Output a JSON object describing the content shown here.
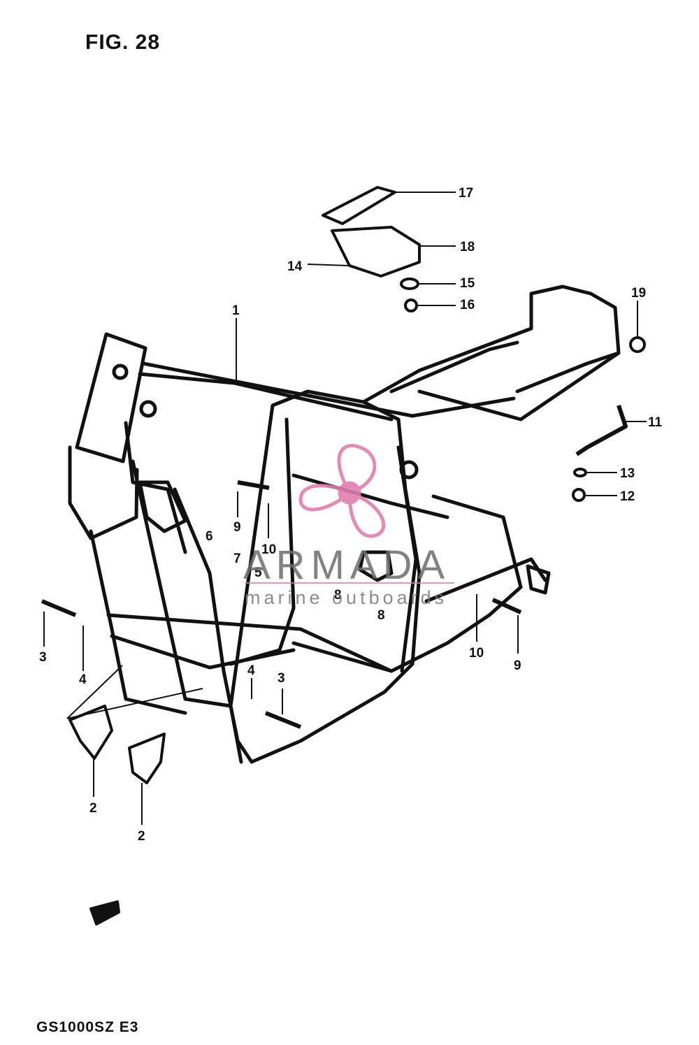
{
  "figure": {
    "title": "FIG. 28",
    "model_code": "GS1000SZ E3"
  },
  "watermark": {
    "brand": "ARMADA",
    "tagline": "marine outboards",
    "color": "#e07fb0"
  },
  "callouts": [
    {
      "id": "c1",
      "label": "1"
    },
    {
      "id": "c2a",
      "label": "2"
    },
    {
      "id": "c2b",
      "label": "2"
    },
    {
      "id": "c3a",
      "label": "3"
    },
    {
      "id": "c3b",
      "label": "3"
    },
    {
      "id": "c4a",
      "label": "4"
    },
    {
      "id": "c4b",
      "label": "4"
    },
    {
      "id": "c5",
      "label": "5"
    },
    {
      "id": "c6",
      "label": "6"
    },
    {
      "id": "c7",
      "label": "7"
    },
    {
      "id": "c8a",
      "label": "8"
    },
    {
      "id": "c8b",
      "label": "8"
    },
    {
      "id": "c9a",
      "label": "9"
    },
    {
      "id": "c9b",
      "label": "9"
    },
    {
      "id": "c10a",
      "label": "10"
    },
    {
      "id": "c10b",
      "label": "10"
    },
    {
      "id": "c11",
      "label": "11"
    },
    {
      "id": "c12",
      "label": "12"
    },
    {
      "id": "c13",
      "label": "13"
    },
    {
      "id": "c14",
      "label": "14"
    },
    {
      "id": "c15",
      "label": "15"
    },
    {
      "id": "c16",
      "label": "16"
    },
    {
      "id": "c17",
      "label": "17"
    },
    {
      "id": "c18",
      "label": "18"
    },
    {
      "id": "c19",
      "label": "19"
    }
  ]
}
